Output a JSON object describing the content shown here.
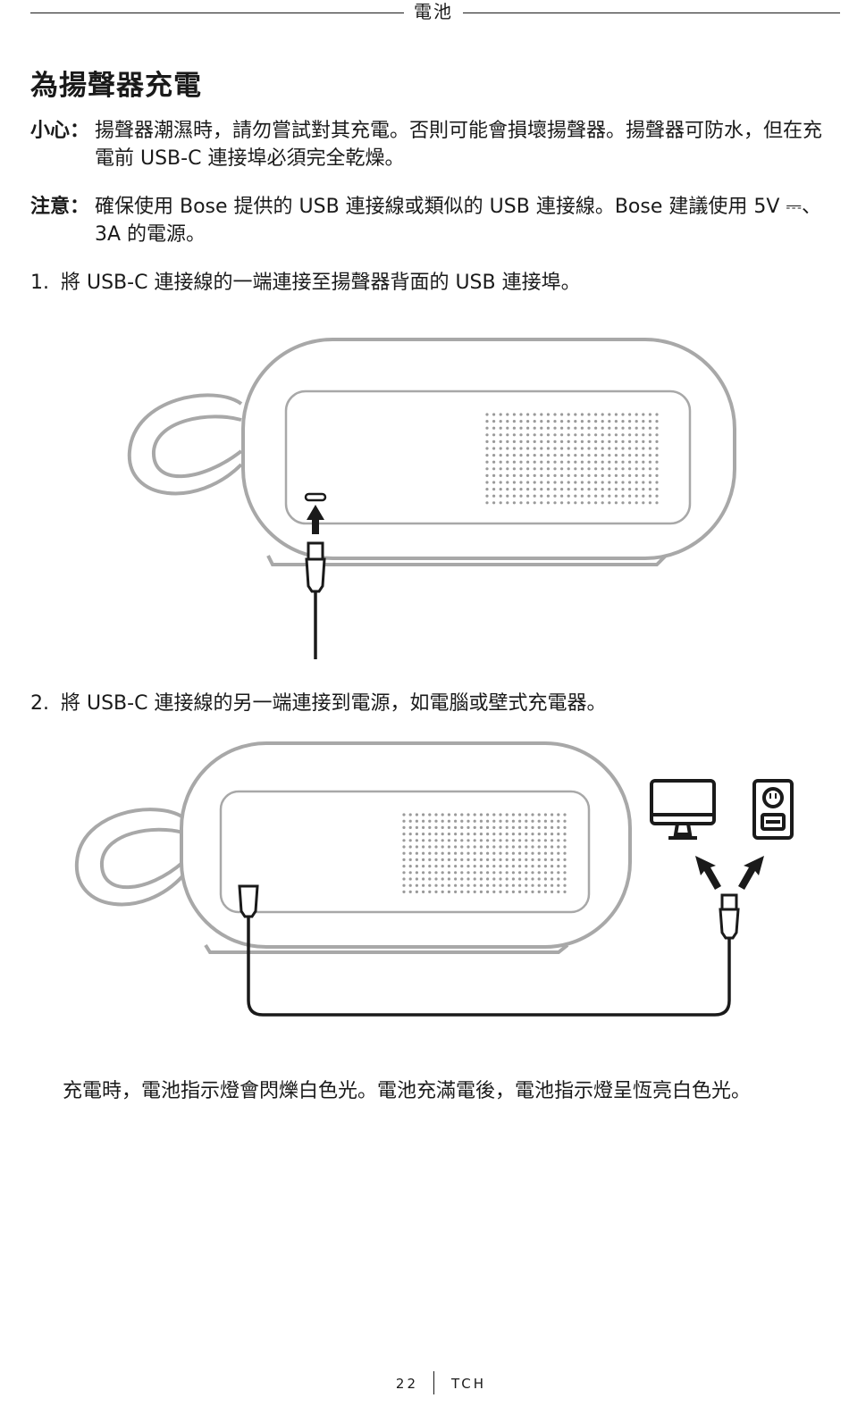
{
  "header": {
    "title": "電池"
  },
  "section": {
    "title": "為揚聲器充電"
  },
  "caution": {
    "label": "小心：",
    "text": "揚聲器潮濕時，請勿嘗試對其充電。否則可能會損壞揚聲器。揚聲器可防水，但在充電前 USB-C 連接埠必須完全乾燥。"
  },
  "notice": {
    "label": "注意：",
    "text": "確保使用 Bose 提供的 USB 連接線或類似的 USB 連接線。Bose 建議使用 5V ⎓、3A 的電源。"
  },
  "steps": [
    {
      "num": "1.",
      "text": "將 USB-C 連接線的一端連接至揚聲器背面的 USB 連接埠。"
    },
    {
      "num": "2.",
      "text": "將 USB-C 連接線的另一端連接到電源，如電腦或壁式充電器。"
    }
  ],
  "closing": {
    "text": "充電時，電池指示燈會閃爍白色光。電池充滿電後，電池指示燈呈恆亮白色光。"
  },
  "footer": {
    "page": "22",
    "lang": "TCH"
  },
  "illustration_colors": {
    "outline": "#a8a8a8",
    "line": "#1a1a1a"
  },
  "icons": [
    "speaker-illustration",
    "usb-c-plug-icon",
    "arrow-up-icon",
    "computer-monitor-icon",
    "wall-outlet-icon"
  ]
}
